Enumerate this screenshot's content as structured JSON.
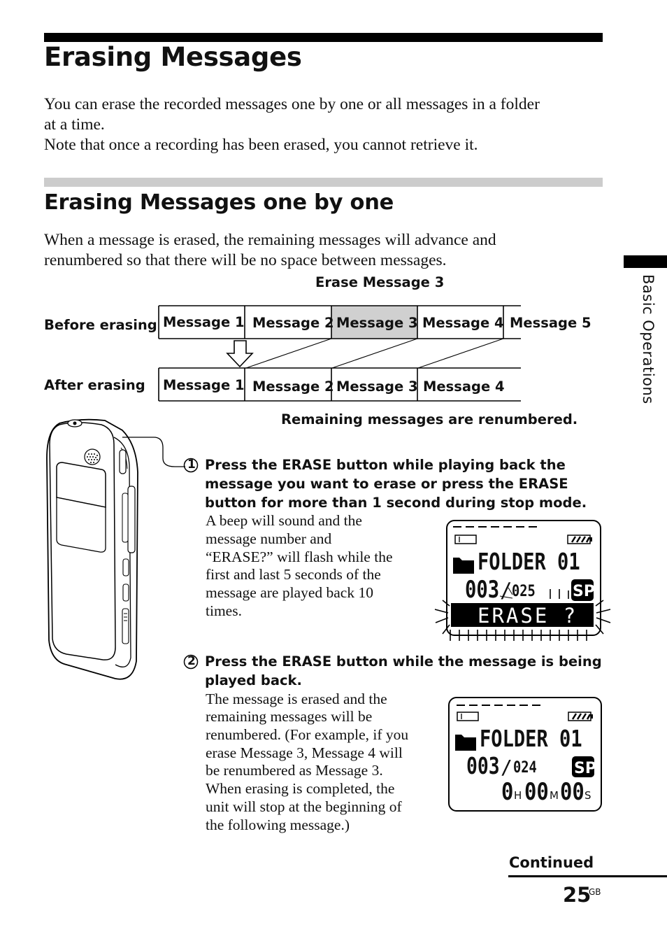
{
  "title": "Erasing Messages",
  "intro": {
    "line1": "You can erase the recorded messages one by one or all messages in a folder",
    "line2": "at a time.",
    "line3": "Note that once a recording has been erased, you cannot retrieve it."
  },
  "section_title": "Erasing Messages one by one",
  "section_intro": {
    "line1": "When a message is erased, the remaining messages will advance and",
    "line2": "renumbered so that there will be no space between messages."
  },
  "diagram": {
    "erase_caption": "Erase Message 3",
    "before_label": "Before erasing",
    "after_label": "After erasing",
    "before_cells": [
      "Message 1",
      "Message 2",
      "Message 3",
      "Message 4",
      "Message 5"
    ],
    "after_cells": [
      "Message 1",
      "Message 2",
      "Message 3",
      "Message 4"
    ],
    "highlight_index": 2,
    "renumber_caption": "Remaining messages are renumbered."
  },
  "side_label": "Basic Operations",
  "step1": {
    "number": "1",
    "heading_line1": "Press the ERASE button while playing back the",
    "heading_line2": "message you want to erase or press the ERASE",
    "heading_line3": "button for more than 1 second during stop mode.",
    "body": [
      "A beep will sound and the",
      "message number and",
      "“ERASE?” will flash while the",
      "first and last 5 seconds of the",
      "message are played back 10",
      "times."
    ]
  },
  "step2": {
    "number": "2",
    "heading_line1": "Press the ERASE button while the message is being",
    "heading_line2": "played back.",
    "body": [
      "The message is erased and the",
      "remaining messages will be",
      "renumbered. (For example, if you",
      "erase Message 3, Message 4 will",
      "be renumbered as Message 3.",
      "When erasing is completed, the",
      "unit will stop at the beginning of",
      "the following message.)"
    ]
  },
  "display1": {
    "folder": "FOLDER 01",
    "current": "003",
    "total": "025",
    "mode": "SP",
    "erase": "ERASE ?"
  },
  "display2": {
    "folder": "FOLDER 01",
    "current": "003",
    "total": "024",
    "mode": "SP",
    "hours": "0",
    "h_unit": "H",
    "minutes": "00",
    "m_unit": "M",
    "seconds": "00",
    "s_unit": "S"
  },
  "footer": {
    "continued": "Continued",
    "page": "25",
    "suffix": "GB"
  }
}
